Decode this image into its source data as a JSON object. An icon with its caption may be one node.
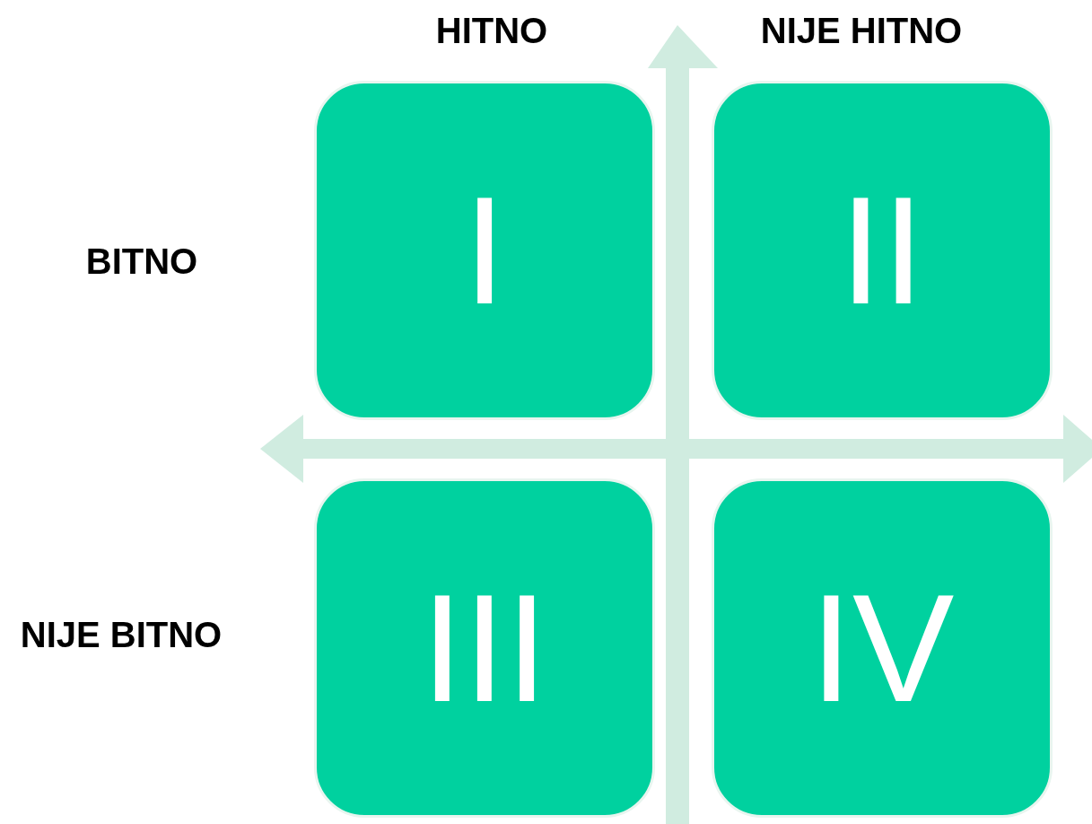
{
  "diagram": {
    "nodes": [
      {
        "text": [
          "I"
        ]
      },
      {
        "text": [
          "II"
        ]
      },
      {
        "text": [
          "III"
        ]
      },
      {
        "text": [
          "IV"
        ]
      }
    ],
    "labels": [
      "HITNO",
      "NIJE HITNO",
      "BITNO",
      "NIJE BITNO"
    ]
  }
}
